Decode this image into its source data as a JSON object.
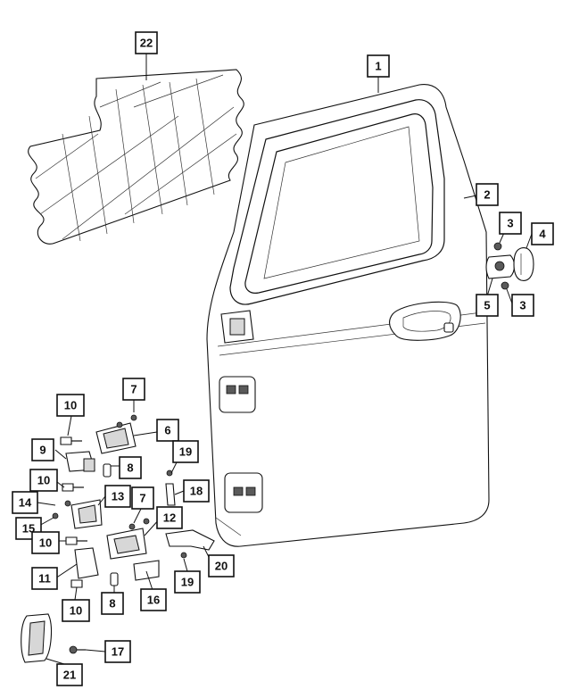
{
  "callouts": [
    {
      "id": "c1",
      "text": "1"
    },
    {
      "id": "c2",
      "text": "2"
    },
    {
      "id": "c3a",
      "text": "3"
    },
    {
      "id": "c3b",
      "text": "3"
    },
    {
      "id": "c4",
      "text": "4"
    },
    {
      "id": "c5",
      "text": "5"
    },
    {
      "id": "c6",
      "text": "6"
    },
    {
      "id": "c7a",
      "text": "7"
    },
    {
      "id": "c7b",
      "text": "7"
    },
    {
      "id": "c8a",
      "text": "8"
    },
    {
      "id": "c8b",
      "text": "8"
    },
    {
      "id": "c9",
      "text": "9"
    },
    {
      "id": "c10a",
      "text": "10"
    },
    {
      "id": "c10b",
      "text": "10"
    },
    {
      "id": "c10c",
      "text": "10"
    },
    {
      "id": "c10d",
      "text": "10"
    },
    {
      "id": "c11",
      "text": "11"
    },
    {
      "id": "c12",
      "text": "12"
    },
    {
      "id": "c13",
      "text": "13"
    },
    {
      "id": "c14",
      "text": "14"
    },
    {
      "id": "c15",
      "text": "15"
    },
    {
      "id": "c16",
      "text": "16"
    },
    {
      "id": "c17",
      "text": "17"
    },
    {
      "id": "c18",
      "text": "18"
    },
    {
      "id": "c19a",
      "text": "19"
    },
    {
      "id": "c19b",
      "text": "19"
    },
    {
      "id": "c20",
      "text": "20"
    },
    {
      "id": "c21",
      "text": "21"
    },
    {
      "id": "c22",
      "text": "22"
    }
  ]
}
